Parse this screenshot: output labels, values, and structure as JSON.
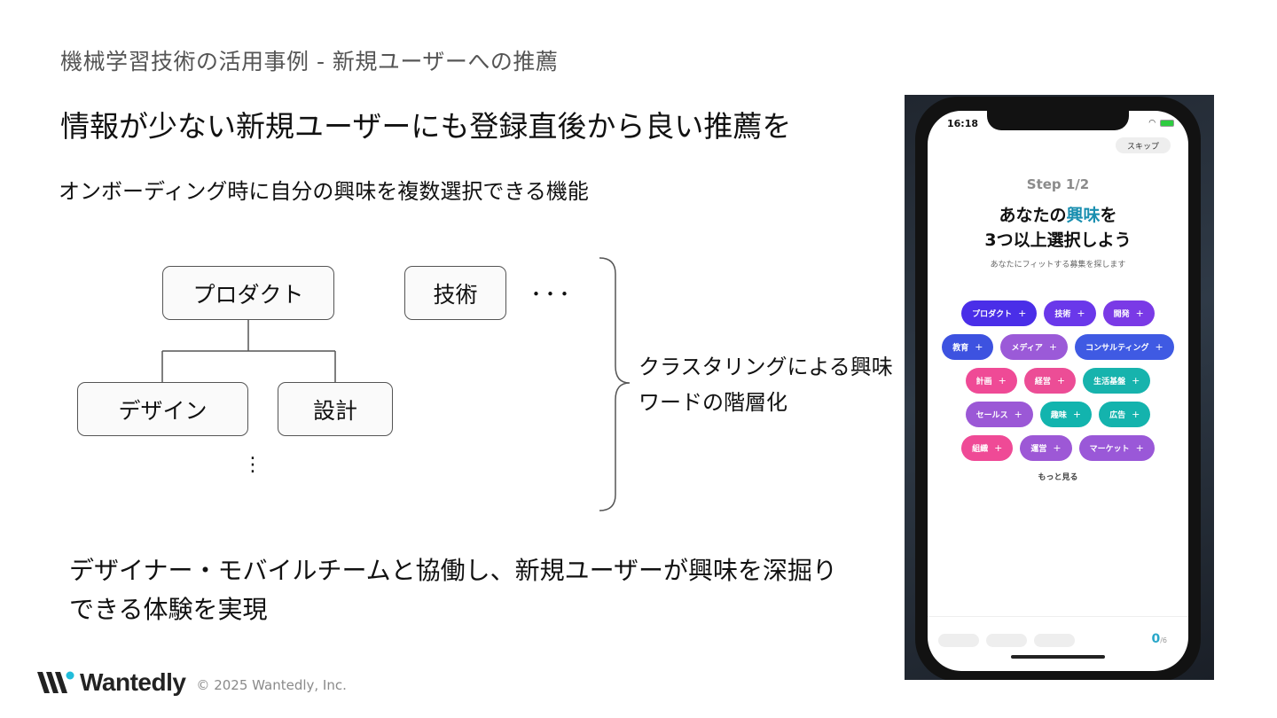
{
  "slide": {
    "subtitle": "機械学習技術の活用事例 ‐ 新規ユーザーへの推薦",
    "title": "情報が少ない新規ユーザーにも登録直後から良い推薦を",
    "lead": "オンボーディング時に自分の興味を複数選択できる機能",
    "bottom_text": "デザイナー・モバイルチームと協働し、新規ユーザーが興味を深掘りできる体験を実現"
  },
  "diagram": {
    "root_node": "プロダクト",
    "sibling_node": "技術",
    "horizontal_ellipsis": "･･･",
    "child_nodes": [
      "デザイン",
      "設計"
    ],
    "vertical_ellipsis": "⋮",
    "brace_label": "クラスタリングによる興味ワードの階層化"
  },
  "phone": {
    "time": "16:18",
    "skip": "スキップ",
    "step": "Step 1/2",
    "headline_pre": "あなたの",
    "headline_accent": "興味",
    "headline_post": "を",
    "headline_line2": "3つ以上選択しよう",
    "caption": "あなたにフィットする募集を探します",
    "plus": "+",
    "chip_rows": [
      [
        {
          "label": "プロダクト",
          "color": "#4a2ee8"
        },
        {
          "label": "技術",
          "color": "#6a38ea"
        },
        {
          "label": "開発",
          "color": "#7a3ae6"
        }
      ],
      [
        {
          "label": "教育",
          "color": "#3d52e0"
        },
        {
          "label": "メディア",
          "color": "#9b5ad8"
        },
        {
          "label": "コンサルティング",
          "color": "#3f5ae3"
        }
      ],
      [
        {
          "label": "計画",
          "color": "#ef4a96"
        },
        {
          "label": "経営",
          "color": "#ec4d96"
        },
        {
          "label": "生活基盤",
          "color": "#17b3ad"
        }
      ],
      [
        {
          "label": "セールス",
          "color": "#9b58d6"
        },
        {
          "label": "趣味",
          "color": "#12b4ae"
        },
        {
          "label": "広告",
          "color": "#14b3ad"
        }
      ],
      [
        {
          "label": "組織",
          "color": "#ef4a96"
        },
        {
          "label": "運営",
          "color": "#9d58d6"
        },
        {
          "label": "マーケット",
          "color": "#9a58d8"
        }
      ]
    ],
    "more": "もっと見る",
    "count": "0",
    "count_total": "/6"
  },
  "footer": {
    "brand": "Wantedly",
    "copyright": "© 2025 Wantedly, Inc.",
    "brand_dot_color": "#21bddb"
  }
}
